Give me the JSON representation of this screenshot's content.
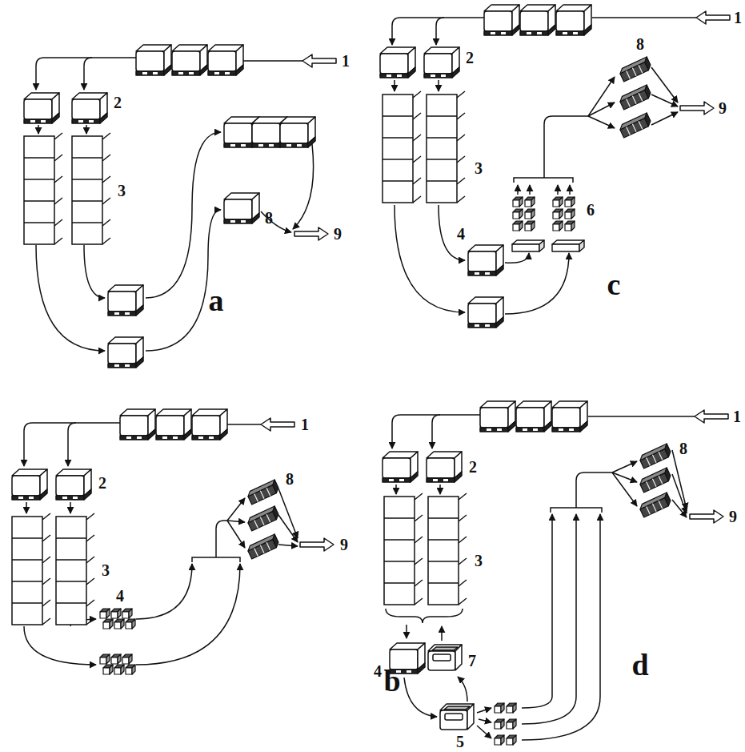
{
  "diagram": {
    "labels": [
      "1",
      "2",
      "3",
      "8",
      "9",
      "a",
      "1",
      "8",
      "2",
      "9",
      "3",
      "6",
      "4",
      "c",
      "1",
      "2",
      "8",
      "9",
      "3",
      "4",
      "b",
      "1",
      "8",
      "2",
      "9",
      "3",
      "7",
      "d",
      "4",
      "5"
    ]
  }
}
